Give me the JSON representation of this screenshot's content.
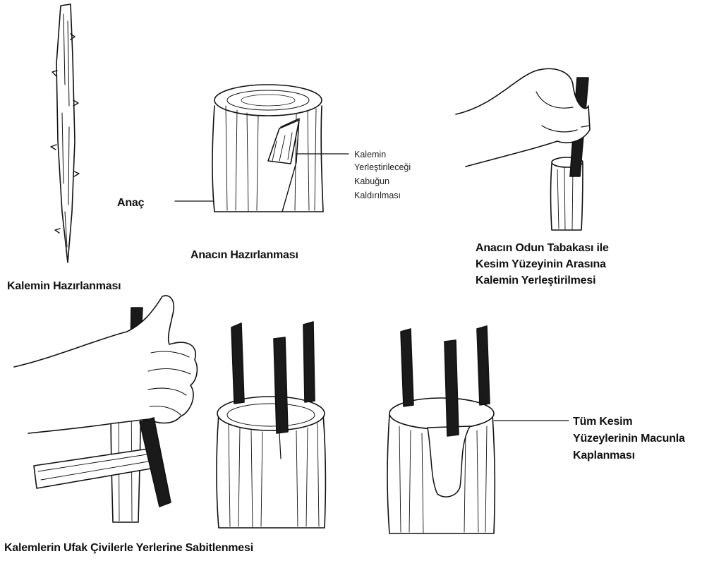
{
  "labels": {
    "kalemin_hazirlanmasi": "Kalemin Hazırlanması",
    "anac": "Anaç",
    "anacin_hazirlanmasi": "Anacın Hazırlanması",
    "kabuk_lines": [
      "Kalemin",
      "Yerleştirileceği",
      "Kabuğun",
      "Kaldırılması"
    ],
    "yerlestirme_lines": [
      "Anacın Odun Tabakası ile",
      "Kesim Yüzeyinin Arasına",
      "Kalemin Yerleştirilmesi"
    ],
    "sabitleme": "Kalemlerin Ufak Çivilerle Yerlerine Sabitlenmesi",
    "macun_lines": [
      "Tüm Kesim",
      "Yüzeylerinin Macunla",
      "Kaplanması"
    ]
  },
  "colors": {
    "ink": "#111111",
    "dark_scion": "#1a1a1a",
    "background": "#ffffff"
  }
}
